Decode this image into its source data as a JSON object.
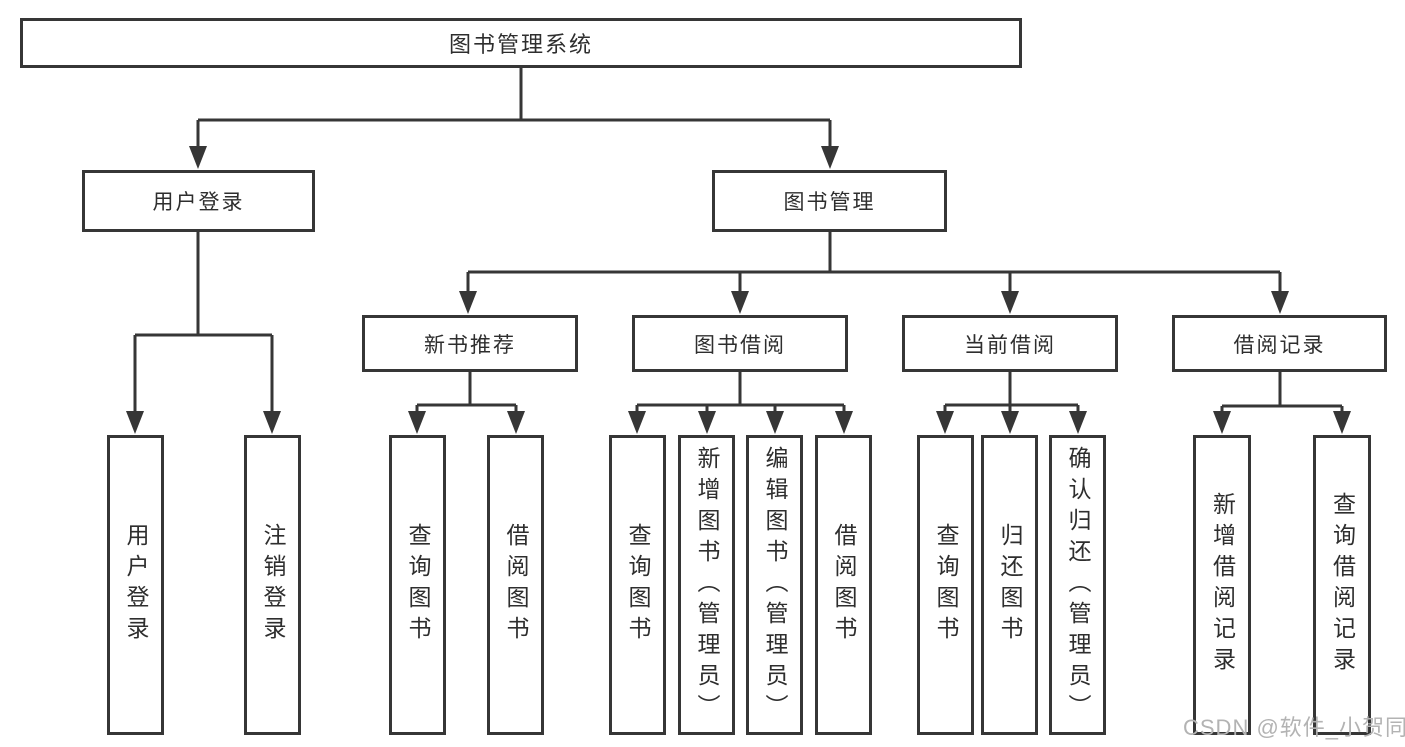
{
  "nodes": {
    "root": "图书管理系统",
    "branch_user_login": "用户登录",
    "branch_book_mgmt": "图书管理",
    "cat_new_book_rec": "新书推荐",
    "cat_book_borrow": "图书借阅",
    "cat_current_borrow": "当前借阅",
    "cat_borrow_records": "借阅记录",
    "leaf_user_login": "用户登录",
    "leaf_logout": "注销登录",
    "leaf_rec_query_books": "查询图书",
    "leaf_rec_borrow_books": "借阅图书",
    "leaf_bb_query_books": "查询图书",
    "leaf_bb_add_books_admin": "新增图书（管理员）",
    "leaf_bb_edit_books_admin": "编辑图书（管理员）",
    "leaf_bb_borrow_books": "借阅图书",
    "leaf_cb_query_books": "查询图书",
    "leaf_cb_return_books": "归还图书",
    "leaf_cb_confirm_return_admin": "确认归还（管理员）",
    "leaf_br_add_record": "新增借阅记录",
    "leaf_br_query_record": "查询借阅记录"
  },
  "watermark": "CSDN @软件_小贺同学",
  "colors": {
    "line": "#363636",
    "text": "#2e2e2e",
    "watermark": "#b3b3b3"
  }
}
